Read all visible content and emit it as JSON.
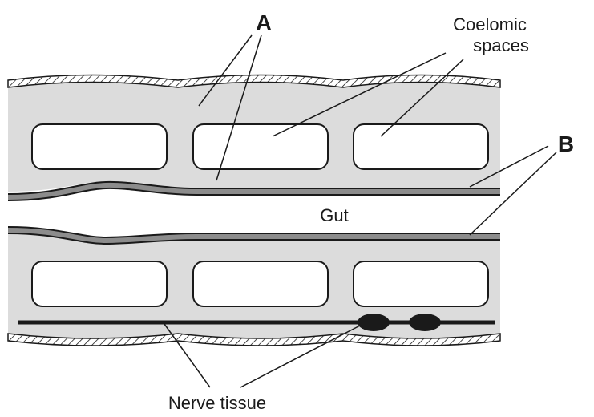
{
  "labels": {
    "a": "A",
    "b": "B",
    "coelomic_line1": "Coelomic",
    "coelomic_line2": "spaces",
    "gut": "Gut",
    "nerve": "Nerve tissue"
  },
  "colors": {
    "body_fill": "#dcdcdc",
    "outline": "#1a1a1a",
    "gut_lining": "#8c8c8c",
    "space_fill": "#ffffff",
    "background": "#ffffff"
  }
}
